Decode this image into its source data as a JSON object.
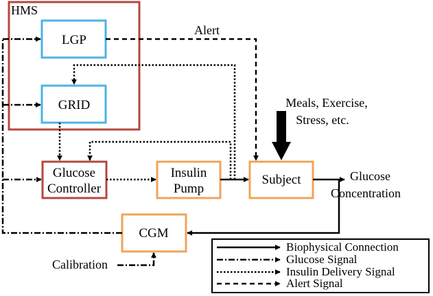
{
  "blocks": {
    "hms": "HMS",
    "lgp": "LGP",
    "grid": "GRID",
    "glucose_controller": [
      "Glucose",
      "Controller"
    ],
    "insulin_pump": [
      "Insulin",
      "Pump"
    ],
    "subject": "Subject",
    "cgm": "CGM"
  },
  "labels": {
    "alert": "Alert",
    "disturbances": [
      "Meals, Exercise,",
      "Stress, etc."
    ],
    "output": [
      "Glucose",
      "Concentration"
    ],
    "calibration": "Calibration"
  },
  "legend": [
    {
      "label": "Biophysical Connection",
      "line_style": "solid"
    },
    {
      "label": "Glucose Signal",
      "line_style": "dash-dot"
    },
    {
      "label": "Insulin Delivery Signal",
      "line_style": "dotted"
    },
    {
      "label": "Alert Signal",
      "line_style": "dashed"
    }
  ],
  "colors": {
    "hms_border": "#b5473f",
    "lgp_grid_border": "#4cb3e6",
    "controller_border": "#b5473f",
    "pump_subject_cgm_border": "#f2a35a",
    "lines": "#000000"
  }
}
